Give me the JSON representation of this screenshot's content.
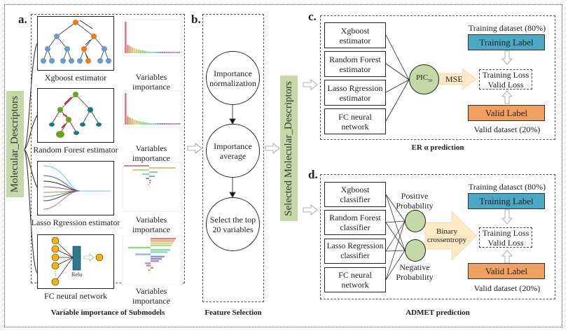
{
  "figure": {
    "input_label": "Molecular_Descriptors",
    "selected_label": "Selected Molecular_Descriptors",
    "colors": {
      "green_box": "#c5d9a8",
      "training_label": "#4aa8c4",
      "valid_label": "#f0a060",
      "node_green": "#c5d9a8",
      "arrow_fill": "#fde9c4",
      "xgb_blue": "#6a9bd0",
      "xgb_orange": "#ee7a1a",
      "rf_green": "#6aa21a",
      "rf_teal": "#1a7a88",
      "fc_yellow": "#f5b400",
      "fc_relu": "#2a7a90"
    }
  },
  "panel_a": {
    "letter": "a.",
    "caption": "Variable importance  of Submodels",
    "submodels": [
      {
        "name": "Xgboost estimator",
        "importance_label": "Variables importance"
      },
      {
        "name": "Random Forest estimator",
        "importance_label": "Variables importance"
      },
      {
        "name": "Lasso Rgression estimator",
        "importance_label": "Variables importance"
      },
      {
        "name": "FC neural network",
        "importance_label": "Variables importance",
        "relu_label": "Relu"
      }
    ]
  },
  "panel_b": {
    "letter": "b.",
    "caption": "Feature Selection",
    "steps": [
      "Importance normalization",
      "Importance average",
      "Select the top 20 variables"
    ]
  },
  "panel_c": {
    "letter": "c.",
    "caption": "ER α prediction",
    "models": [
      "Xgboost estimator",
      "Random Forest estimator",
      "Lasso Rgression estimator",
      "FC neural network"
    ],
    "output_node": "PIC",
    "output_sub": "50",
    "loss_fn": "MSE",
    "training_dataset": "Training dataset (80%)",
    "training_label": "Training Label",
    "loss_lines": [
      "Training Loss",
      "Valid Loss"
    ],
    "valid_label": "Valid Label",
    "valid_dataset": "Valid dataset (20%)"
  },
  "panel_d": {
    "letter": "d.",
    "caption": "ADMET prediction",
    "models": [
      "Xgboost classifier",
      "Random Forest classifier",
      "Lasso Regression classifier",
      "FC neural network"
    ],
    "positive": "Positive Probability",
    "negative": "Negative Probability",
    "loss_fn_lines": [
      "Binary",
      "crossentropy"
    ],
    "training_dataset": "Training datasct (80%)",
    "training_label": "Training Label",
    "loss_lines": [
      "Training Loss",
      "Valid Loss"
    ],
    "valid_label": "Valid Label",
    "valid_dataset": "Valid dataset (20%)"
  }
}
